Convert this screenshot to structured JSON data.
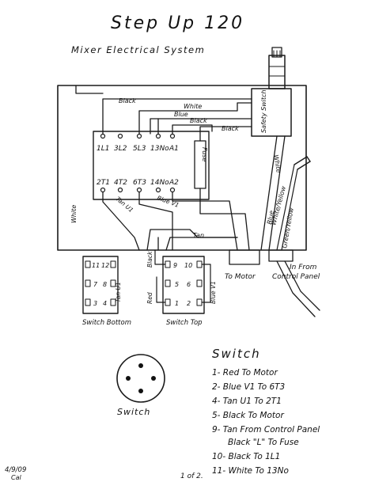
{
  "title": "Step Up 120",
  "subtitle": "Mixer Electrical System",
  "safety_switch": "Safety Switch",
  "fuse": "Fuse",
  "terminals_top": [
    "1L1",
    "3L2",
    "5L3",
    "13No",
    "A1"
  ],
  "terminals_bottom": [
    "2T1",
    "4T2",
    "6T3",
    "14No",
    "A2"
  ],
  "wires": {
    "black_1": "Black",
    "white_1": "White",
    "blue_1": "Blue",
    "black_2": "Black",
    "black_3": "Black",
    "white_right": "White",
    "white_yellow": "White/Yellow",
    "white_left": "White",
    "tan_u1": "Tan U1",
    "blue_v1": "Blue V1",
    "tan": "Tan",
    "black_left": "Black",
    "red": "Red",
    "blue_v1_2": "Blue V1",
    "blue": "Blue",
    "green_yellow": "Green/Yellow",
    "tan_u1_2": "Tan U1"
  },
  "switch_bottom": {
    "label": "Switch Bottom",
    "pins_left": [
      "11",
      "7",
      "3"
    ],
    "pins_right": [
      "12",
      "8",
      "4"
    ]
  },
  "switch_top": {
    "label": "Switch Top",
    "pins_left": [
      "9",
      "5",
      "1"
    ],
    "pins_right": [
      "10",
      "6",
      "2"
    ]
  },
  "to_motor": "To Motor",
  "in_from": "In From",
  "control_panel": "Control Panel",
  "switch_circle_label": "Switch",
  "legend": {
    "title": "Switch",
    "items": [
      "1- Red To Motor",
      "2- Blue V1 To 6T3",
      "4- Tan U1 To 2T1",
      "5- Black To Motor",
      "9- Tan From Control Panel",
      "Black \"L\" To Fuse",
      "10- Black To 1L1",
      "11- White To 13No"
    ]
  },
  "date": "4/9/09",
  "initials": "Cal",
  "page": "1 of 2."
}
